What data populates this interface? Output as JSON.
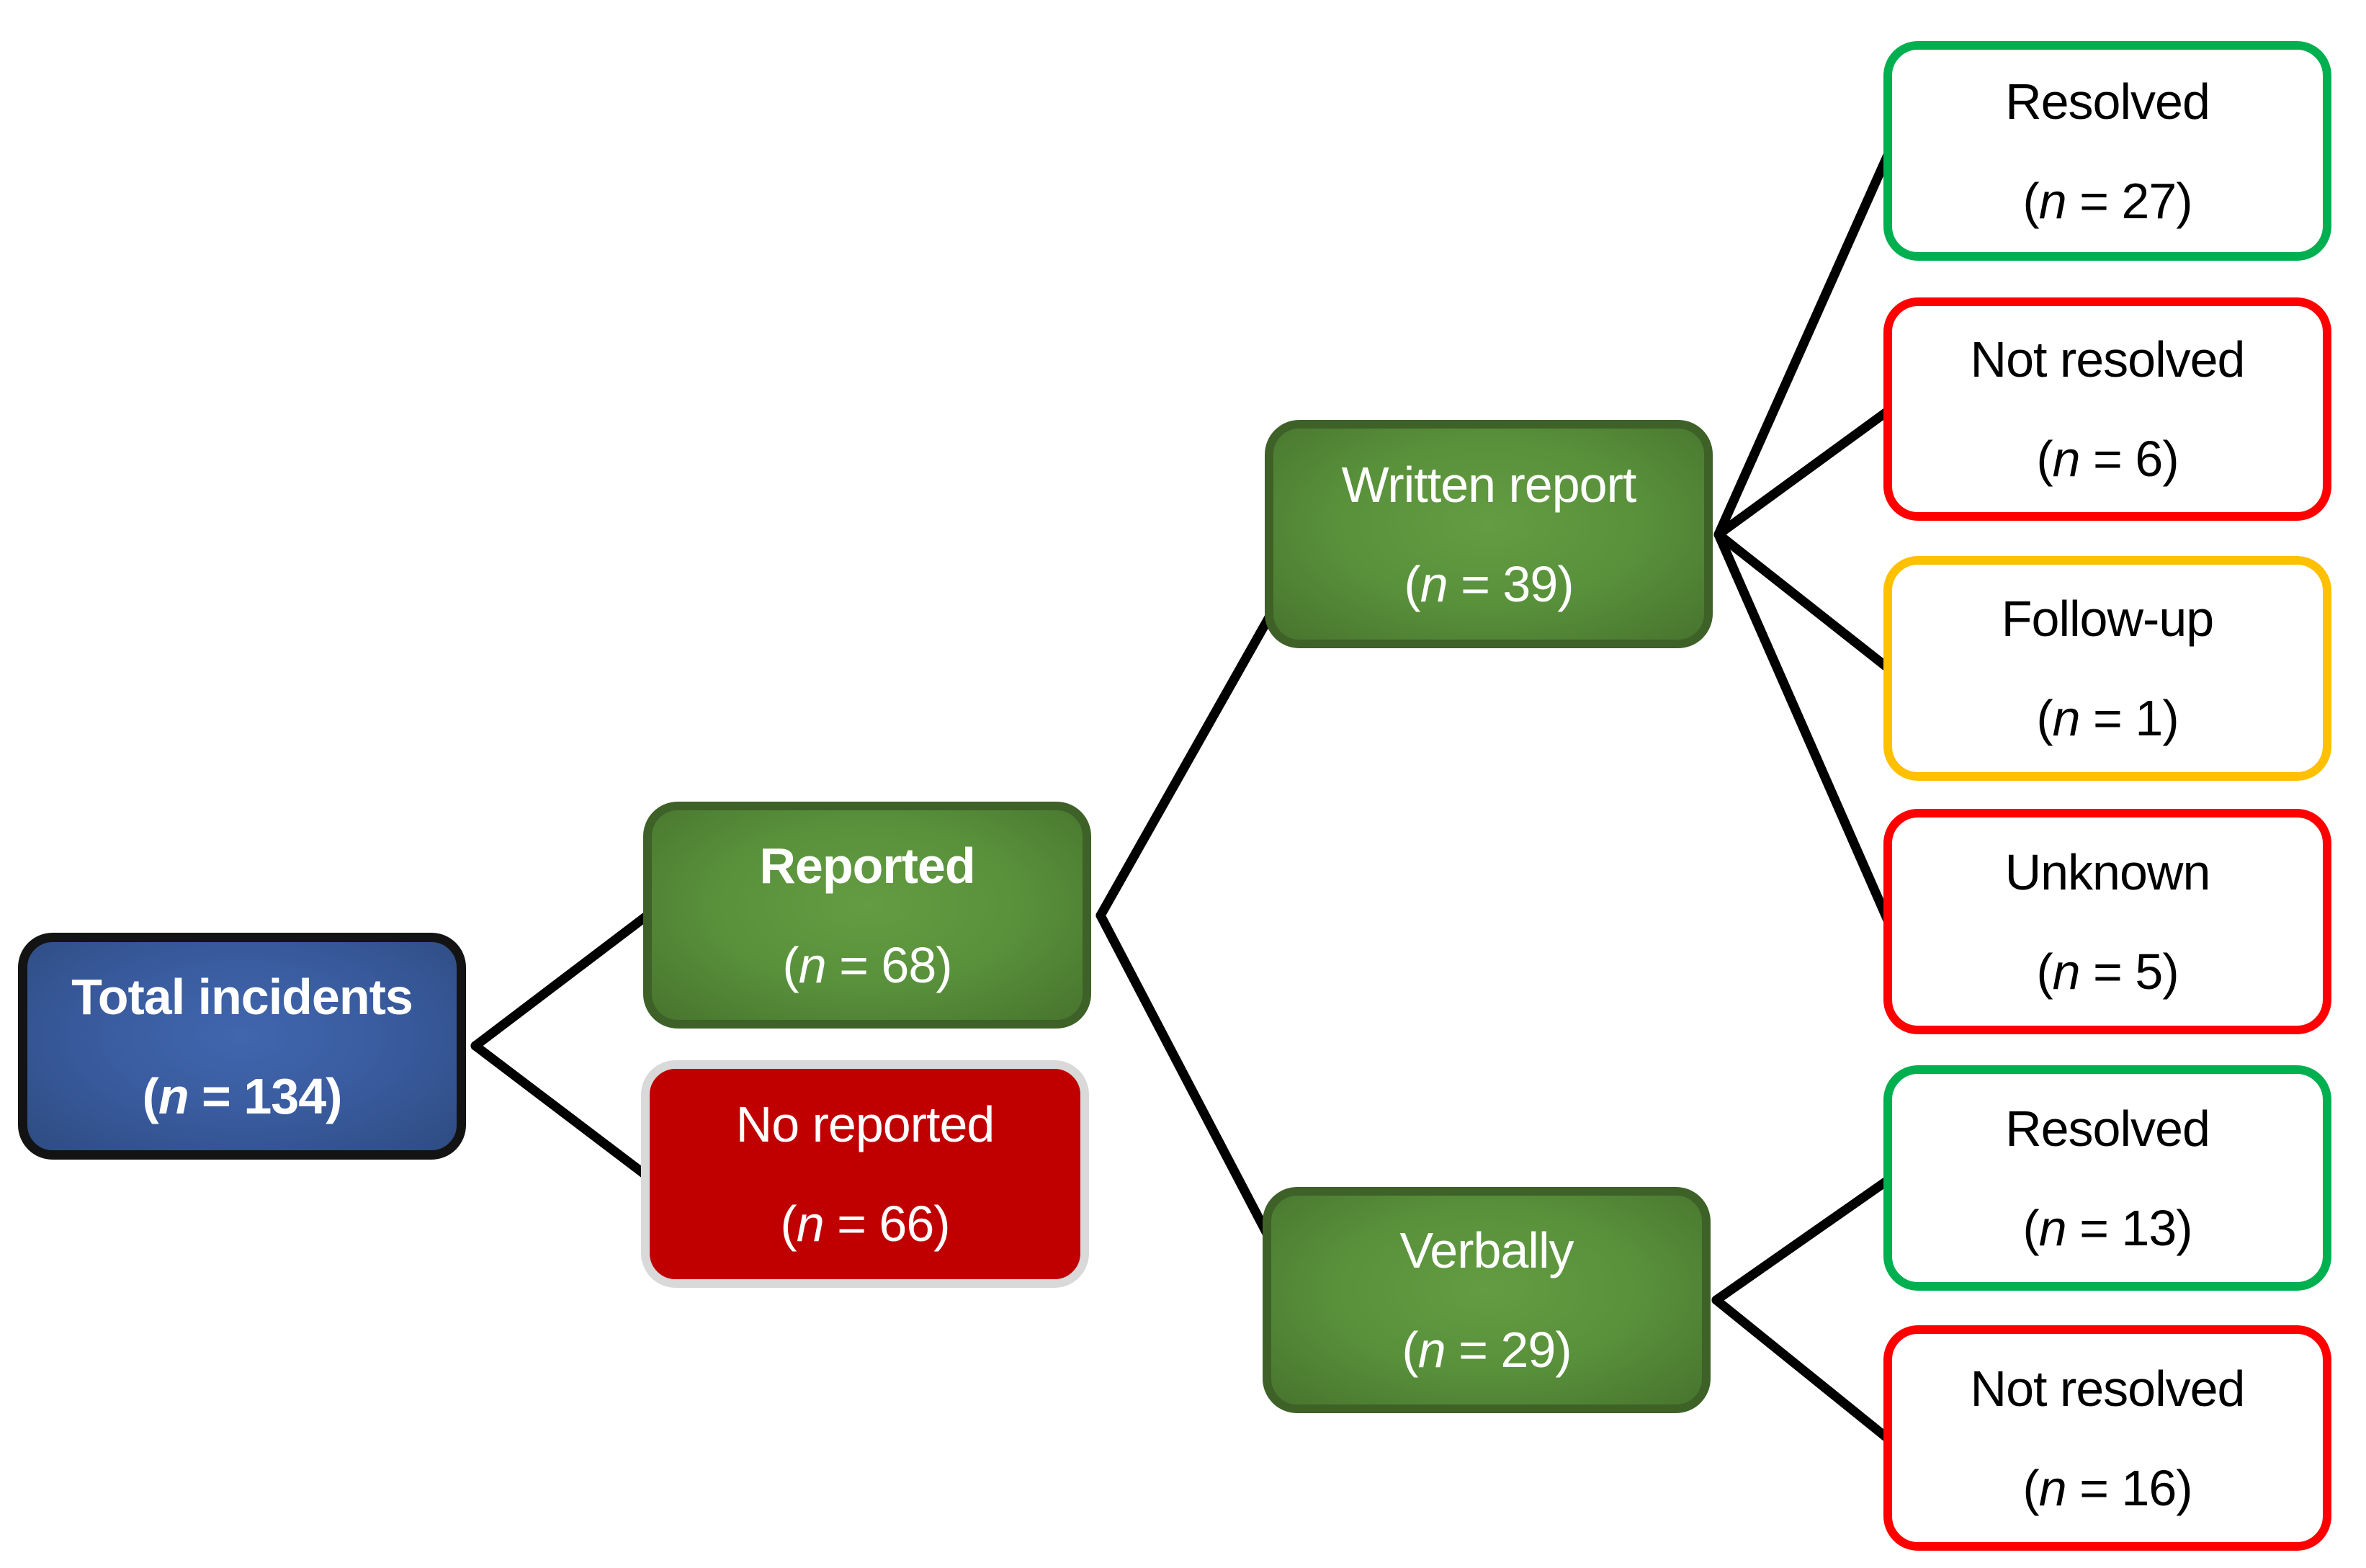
{
  "diagram": {
    "type": "flow-tree",
    "title_hint": "Incident reporting flow diagram",
    "colors": {
      "root_fill_blue": "#3a5ca0",
      "root_border": "#131313",
      "branch_fill_green": "#59913b",
      "branch_border_green": "#3e6128",
      "no_reported_fill_red": "#c00000",
      "no_reported_border_gray": "#d9d9d9",
      "outcome_border_green": "#00b050",
      "outcome_border_red": "#fe0000",
      "outcome_border_yellow": "#ffc000",
      "connector_black": "#000000",
      "text_on_fill": "#ffffff",
      "text_on_white": "#000000"
    },
    "nodes": {
      "total": {
        "label": "Total incidents",
        "n": 134,
        "open": "(",
        "var": "n",
        "rest": " = 134)"
      },
      "reported": {
        "label": "Reported",
        "n": 68,
        "open": "(",
        "var": "n",
        "rest": " = 68)"
      },
      "no_reported": {
        "label": "No reported",
        "n": 66,
        "open": "(",
        "var": "n",
        "rest": " = 66)"
      },
      "written": {
        "label": "Written report",
        "n": 39,
        "open": "(",
        "var": "n",
        "rest": " = 39)"
      },
      "verbally": {
        "label": "Verbally",
        "n": 29,
        "open": "(",
        "var": "n",
        "rest": " = 29)"
      },
      "w_resolved": {
        "label": "Resolved",
        "n": 27,
        "open": "(",
        "var": "n",
        "rest": " = 27)"
      },
      "w_notres": {
        "label": "Not resolved",
        "n": 6,
        "open": "(",
        "var": "n",
        "rest": " = 6)"
      },
      "w_followup": {
        "label": "Follow-up",
        "n": 1,
        "open": "(",
        "var": "n",
        "rest": " = 1)"
      },
      "w_unknown": {
        "label": "Unknown",
        "n": 5,
        "open": "(",
        "var": "n",
        "rest": " = 5)"
      },
      "v_resolved": {
        "label": "Resolved",
        "n": 13,
        "open": "(",
        "var": "n",
        "rest": " = 13)"
      },
      "v_notres": {
        "label": "Not resolved",
        "n": 16,
        "open": "(",
        "var": "n",
        "rest": " = 16)"
      }
    },
    "edges": [
      [
        "total",
        "reported"
      ],
      [
        "total",
        "no_reported"
      ],
      [
        "reported",
        "written"
      ],
      [
        "reported",
        "verbally"
      ],
      [
        "written",
        "w_resolved"
      ],
      [
        "written",
        "w_notres"
      ],
      [
        "written",
        "w_followup"
      ],
      [
        "written",
        "w_unknown"
      ],
      [
        "verbally",
        "v_resolved"
      ],
      [
        "verbally",
        "v_notres"
      ]
    ]
  }
}
